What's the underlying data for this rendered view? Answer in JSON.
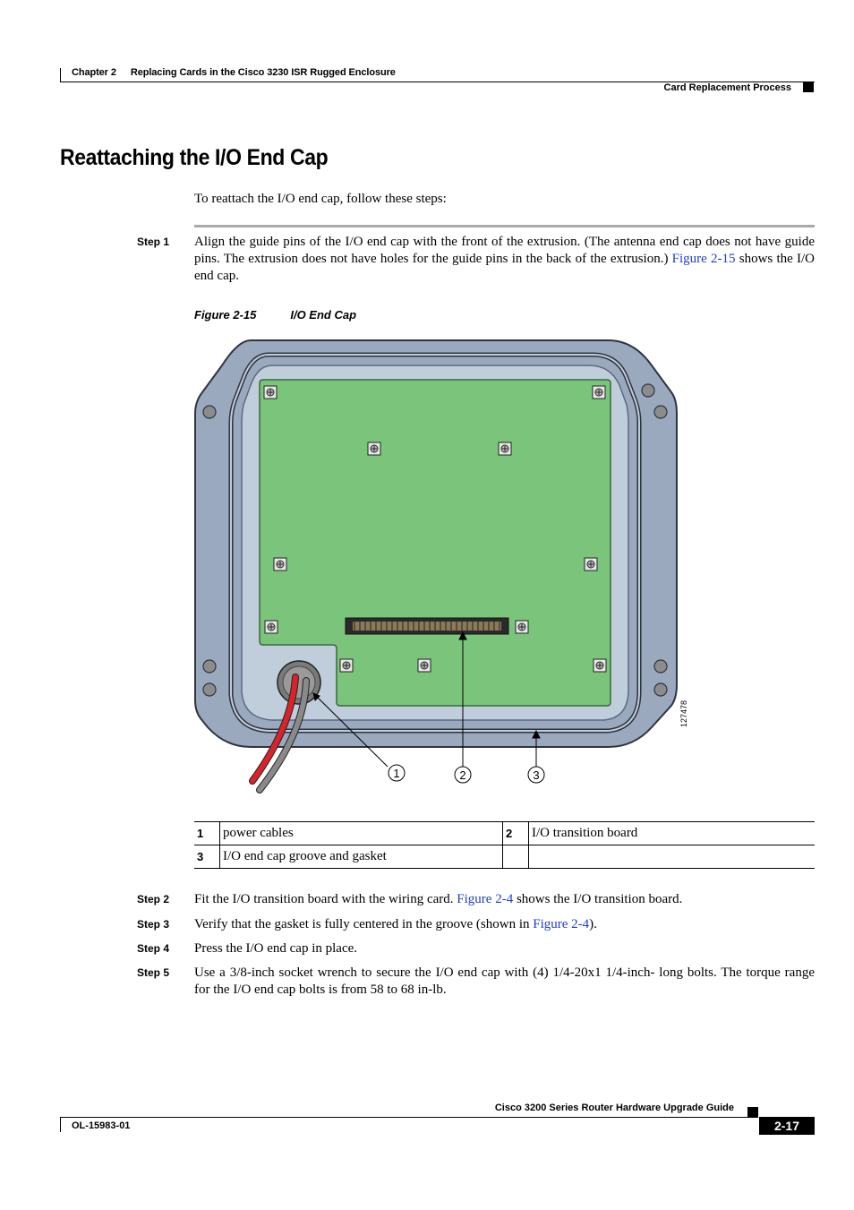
{
  "header": {
    "chapter": "Chapter 2",
    "chapter_title": "Replacing Cards in the Cisco 3230 ISR Rugged Enclosure",
    "section": "Card Replacement Process"
  },
  "title": "Reattaching the I/O End Cap",
  "intro": "To reattach the I/O end cap, follow these steps:",
  "steps": [
    {
      "label": "Step 1",
      "text_a": "Align the guide pins of the I/O end cap with the front of the extrusion. (The antenna end cap does not have guide pins. The extrusion does not have holes for the guide pins in the back of the extrusion.) ",
      "link": "Figure 2-15",
      "text_b": " shows the I/O end cap."
    },
    {
      "label": "Step 2",
      "text_a": "Fit the I/O transition board with the wiring card. ",
      "link": "Figure 2-4",
      "text_b": " shows the I/O transition board."
    },
    {
      "label": "Step 3",
      "text_a": "Verify that the gasket is fully centered in the groove (shown in ",
      "link": "Figure 2-4",
      "text_b": ")."
    },
    {
      "label": "Step 4",
      "text_a": "Press the I/O end cap in place.",
      "link": "",
      "text_b": ""
    },
    {
      "label": "Step 5",
      "text_a": "Use a 3/8-inch socket wrench to secure the I/O end cap with (4) 1/4-20x1 1/4-inch- long bolts. The torque range for the I/O end cap bolts is from 58 to 68 in-lb.",
      "link": "",
      "text_b": ""
    }
  ],
  "figure": {
    "number": "Figure 2-15",
    "title": "I/O End Cap",
    "art_id": "127478",
    "callouts": [
      "1",
      "2",
      "3"
    ],
    "colors": {
      "board": "#7bc47b",
      "housing": "#9aa9be",
      "inner": "#c0cdda",
      "cable_red": "#d8232a",
      "cable_gray": "#8a8a8a"
    }
  },
  "legend": [
    {
      "num": "1",
      "desc": "power cables",
      "num2": "2",
      "desc2": "I/O transition board"
    },
    {
      "num": "3",
      "desc": "I/O end cap groove and gasket",
      "num2": "",
      "desc2": ""
    }
  ],
  "footer": {
    "guide": "Cisco 3200 Series Router Hardware Upgrade Guide",
    "doc_id": "OL-15983-01",
    "page": "2-17"
  }
}
